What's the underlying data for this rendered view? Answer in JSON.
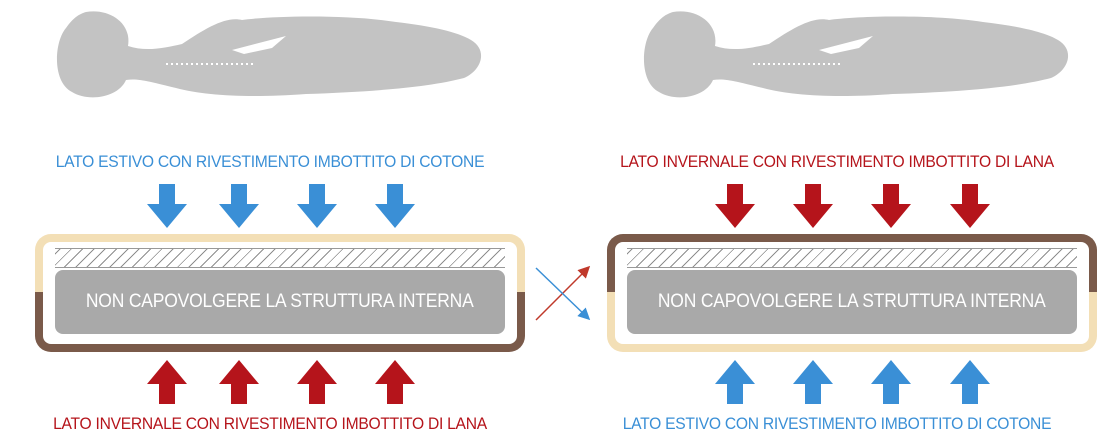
{
  "colors": {
    "summer": "#3a8fd6",
    "winter": "#b5141b",
    "silhouette": "#c3c3c3",
    "core": "#a9a9a9",
    "cover_dark": "#7a5a4a",
    "cover_light": "#f3dfb6"
  },
  "left": {
    "top_caption": "LATO ESTIVO CON RIVESTIMENTO IMBOTTITO DI COTONE",
    "core_label": "NON CAPOVOLGERE LA STRUTTURA INTERNA",
    "bottom_caption": "LATO INVERNALE CON RIVESTIMENTO IMBOTTITO DI LANA"
  },
  "right": {
    "top_caption": "LATO INVERNALE CON RIVESTIMENTO IMBOTTITO DI LANA",
    "core_label": "NON CAPOVOLGERE LA STRUTTURA INTERNA",
    "bottom_caption": "LATO ESTIVO CON RIVESTIMENTO IMBOTTITO DI COTONE"
  },
  "icons": [
    "person-silhouette-icon",
    "arrow-down-icon",
    "arrow-up-icon",
    "swap-cross-icon"
  ]
}
